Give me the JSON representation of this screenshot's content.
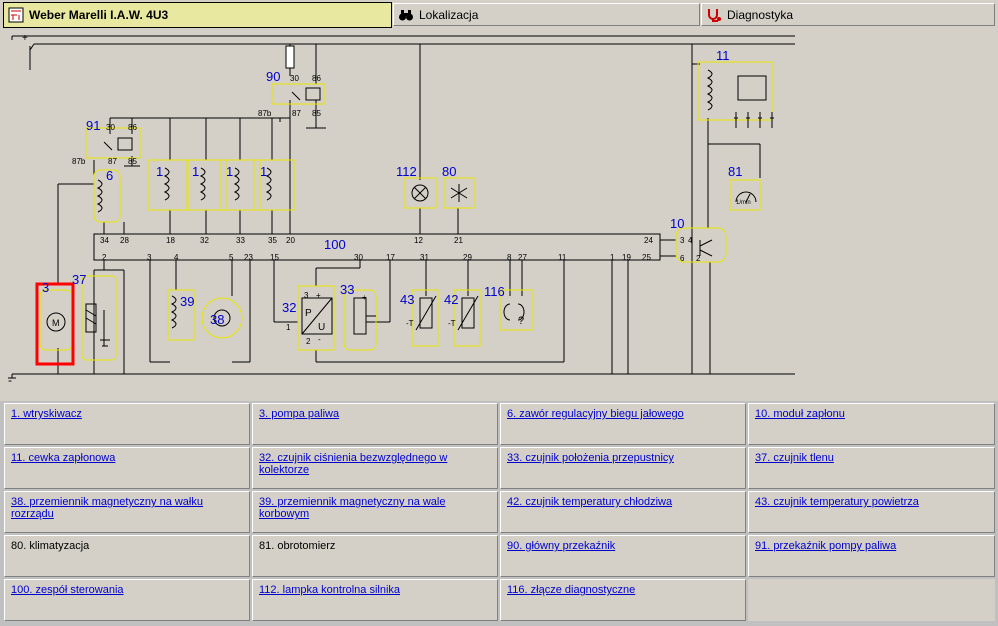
{
  "tabs": [
    {
      "label": "Weber Marelli I.A.W. 4U3",
      "icon": "wiring-diagram-icon"
    },
    {
      "label": "Lokalizacja",
      "icon": "binoculars-icon"
    },
    {
      "label": "Diagnostyka",
      "icon": "stethoscope-icon"
    }
  ],
  "diagram": {
    "rail_plus": "+",
    "rail_minus": "-",
    "component_numbers": {
      "c1": "1",
      "c3": "3",
      "c6": "6",
      "c10": "10",
      "c11": "11",
      "c32": "32",
      "c33": "33",
      "c37": "37",
      "c38": "38",
      "c39": "39",
      "c42": "42",
      "c43": "43",
      "c80": "80",
      "c81": "81",
      "c90": "90",
      "c91": "91",
      "c100": "100",
      "c112": "112",
      "c116": "116"
    },
    "relay90_pins": [
      "30",
      "86",
      "87b",
      "87",
      "85"
    ],
    "relay91_pins": [
      "30",
      "86",
      "87b",
      "87",
      "85"
    ],
    "ecu_top_pins": [
      "34",
      "28",
      "18",
      "32",
      "33",
      "35",
      "20",
      "12",
      "21",
      "24"
    ],
    "ecu_bottom_pins": [
      "2",
      "3",
      "4",
      "5",
      "23",
      "15",
      "30",
      "17",
      "31",
      "29",
      "8",
      "27",
      "11",
      "1",
      "19",
      "25"
    ],
    "module10_pins": [
      "3",
      "4",
      "6",
      "2"
    ],
    "sensor_labels": {
      "p": "P",
      "u": "U",
      "plus": "+",
      "minus": "-",
      "one": "1",
      "two": "2",
      "three": "3",
      "t": "-T",
      "q": "?",
      "m": "M",
      "rpm": "1/min"
    }
  },
  "components": [
    {
      "label": "1. wtryskiwacz",
      "link": true
    },
    {
      "label": "3. pompa paliwa",
      "link": true
    },
    {
      "label": "6. zawór regulacyjny biegu jałowego",
      "link": true
    },
    {
      "label": "10. moduł zapłonu",
      "link": true
    },
    {
      "label": "11. cewka zapłonowa",
      "link": true
    },
    {
      "label": "32. czujnik ciśnienia bezwzględnego w kolektorze",
      "link": true
    },
    {
      "label": "33. czujnik położenia przepustnicy",
      "link": true
    },
    {
      "label": "37. czujnik tlenu",
      "link": true
    },
    {
      "label": "38. przemiennik magnetyczny na wałku rozrządu",
      "link": true
    },
    {
      "label": "39. przemiennik magnetyczny na wale korbowym",
      "link": true
    },
    {
      "label": "42. czujnik temperatury chłodziwa",
      "link": true
    },
    {
      "label": "43. czujnik temperatury powietrza",
      "link": true
    },
    {
      "label": "80. klimatyzacja",
      "link": false
    },
    {
      "label": "81. obrotomierz",
      "link": false
    },
    {
      "label": "90. główny przekaźnik",
      "link": true
    },
    {
      "label": "91. przekaźnik pompy paliwa",
      "link": true
    },
    {
      "label": "100. zespół sterowania",
      "link": true
    },
    {
      "label": "112. lampka kontrolna silnika",
      "link": true
    },
    {
      "label": "116. złącze diagnostyczne",
      "link": true
    }
  ],
  "colors": {
    "highlight": "#e8e8a0",
    "component_outline": "#e6e600",
    "number_blue": "#0000cc",
    "selection_red": "#ff0000",
    "wire": "#000000"
  }
}
